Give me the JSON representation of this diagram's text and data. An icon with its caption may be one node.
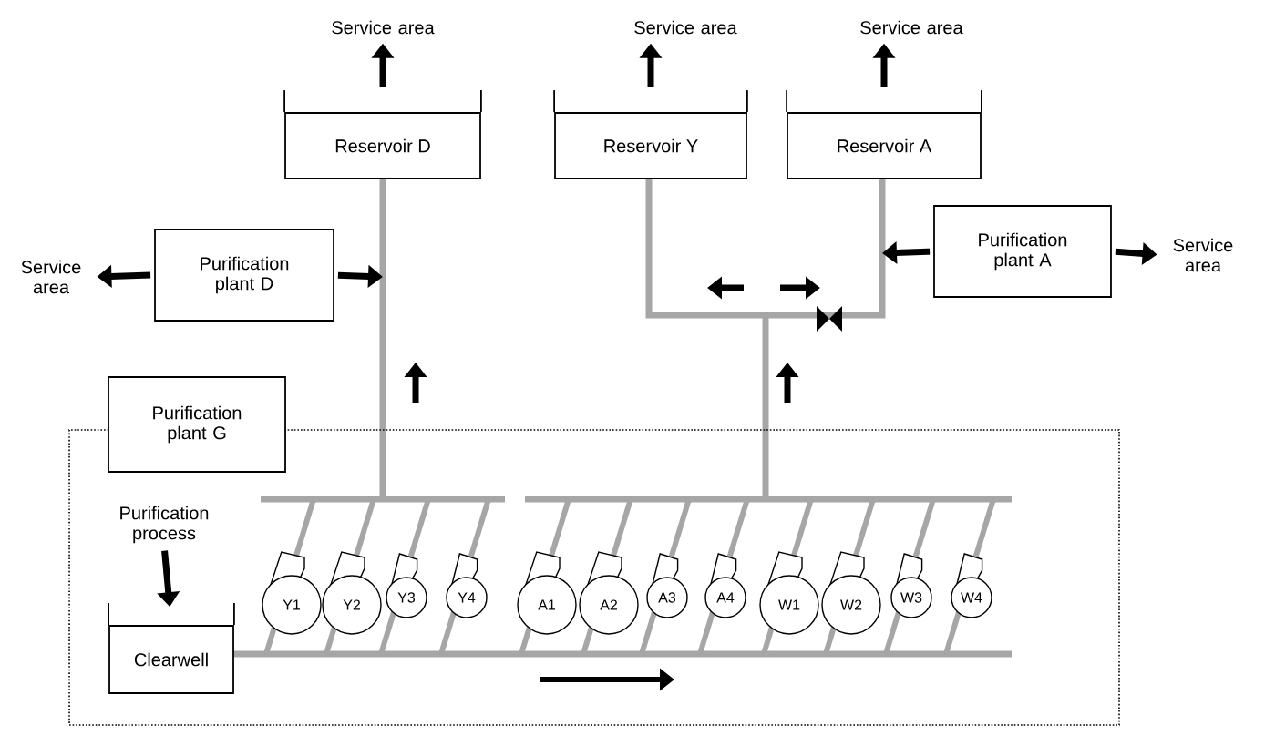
{
  "diagram": {
    "nodes": [
      {
        "text": [
          "Service area"
        ]
      },
      {
        "text": [
          "Service area"
        ]
      },
      {
        "text": [
          "Service area"
        ]
      },
      {
        "text": [
          "Reservoir D"
        ]
      },
      {
        "text": [
          "Reservoir Y"
        ]
      },
      {
        "text": [
          "Reservoir A"
        ]
      },
      {
        "text": [
          "Service area"
        ]
      },
      {
        "text": [
          "Purification plant D"
        ]
      },
      {
        "text": [
          "Purification plant A"
        ]
      },
      {
        "text": [
          "Service area"
        ]
      },
      {
        "text": [],
        "shape": "box"
      },
      {
        "text": [
          "Purification plant G"
        ]
      },
      {
        "text": [
          "Purification process"
        ],
        "in": 10
      },
      {
        "text": [
          "Clearwell"
        ],
        "in": 10
      },
      {
        "text": [
          "Y1"
        ],
        "in": 10
      },
      {
        "text": [
          "Y2"
        ],
        "in": 10
      },
      {
        "text": [
          "Y3"
        ],
        "in": 10
      },
      {
        "text": [
          "Y4"
        ],
        "in": 10
      },
      {
        "text": [
          "A1"
        ],
        "in": 10
      },
      {
        "text": [
          "A2"
        ],
        "in": 10
      },
      {
        "text": [
          "A3"
        ],
        "in": 10
      },
      {
        "text": [
          "A4"
        ],
        "in": 10
      },
      {
        "text": [
          "W1"
        ],
        "in": 10
      },
      {
        "text": [
          "W2"
        ],
        "in": 10
      },
      {
        "text": [
          "W3"
        ],
        "in": 10
      },
      {
        "text": [
          "W4"
        ],
        "in": 10
      }
    ],
    "edges": [
      {
        "from": 3,
        "to": 0,
        "arrow": "to"
      },
      {
        "from": 4,
        "to": 1,
        "arrow": "to"
      },
      {
        "from": 5,
        "to": 2,
        "arrow": "to"
      },
      {
        "from": 7,
        "to": 6,
        "arrow": "to"
      },
      {
        "from": 7,
        "to": null,
        "arrow": "to"
      },
      {
        "from": 8,
        "to": null,
        "arrow": "to"
      },
      {
        "from": 8,
        "to": 9,
        "arrow": "to"
      },
      {
        "from": 12,
        "to": 13,
        "arrow": "to"
      }
    ]
  }
}
